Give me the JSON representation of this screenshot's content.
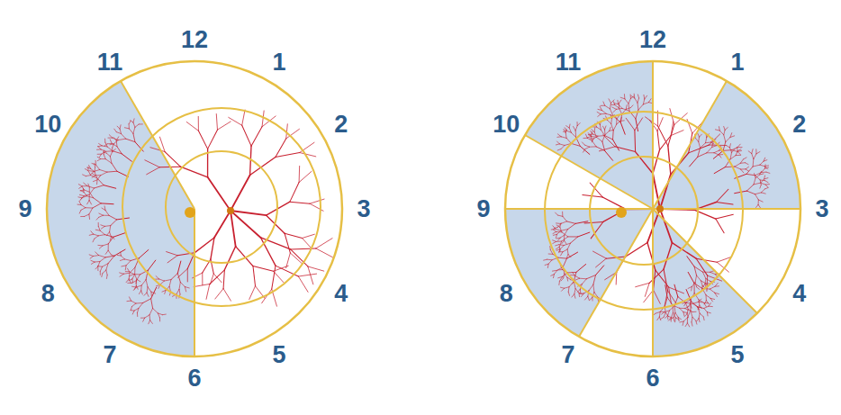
{
  "diagram": {
    "labels": [
      "12",
      "1",
      "2",
      "3",
      "4",
      "5",
      "6",
      "7",
      "8",
      "9",
      "10",
      "11",
      "12",
      "1",
      "2",
      "3",
      "4",
      "5",
      "6",
      "7",
      "8",
      "9",
      "10",
      "11"
    ]
  }
}
